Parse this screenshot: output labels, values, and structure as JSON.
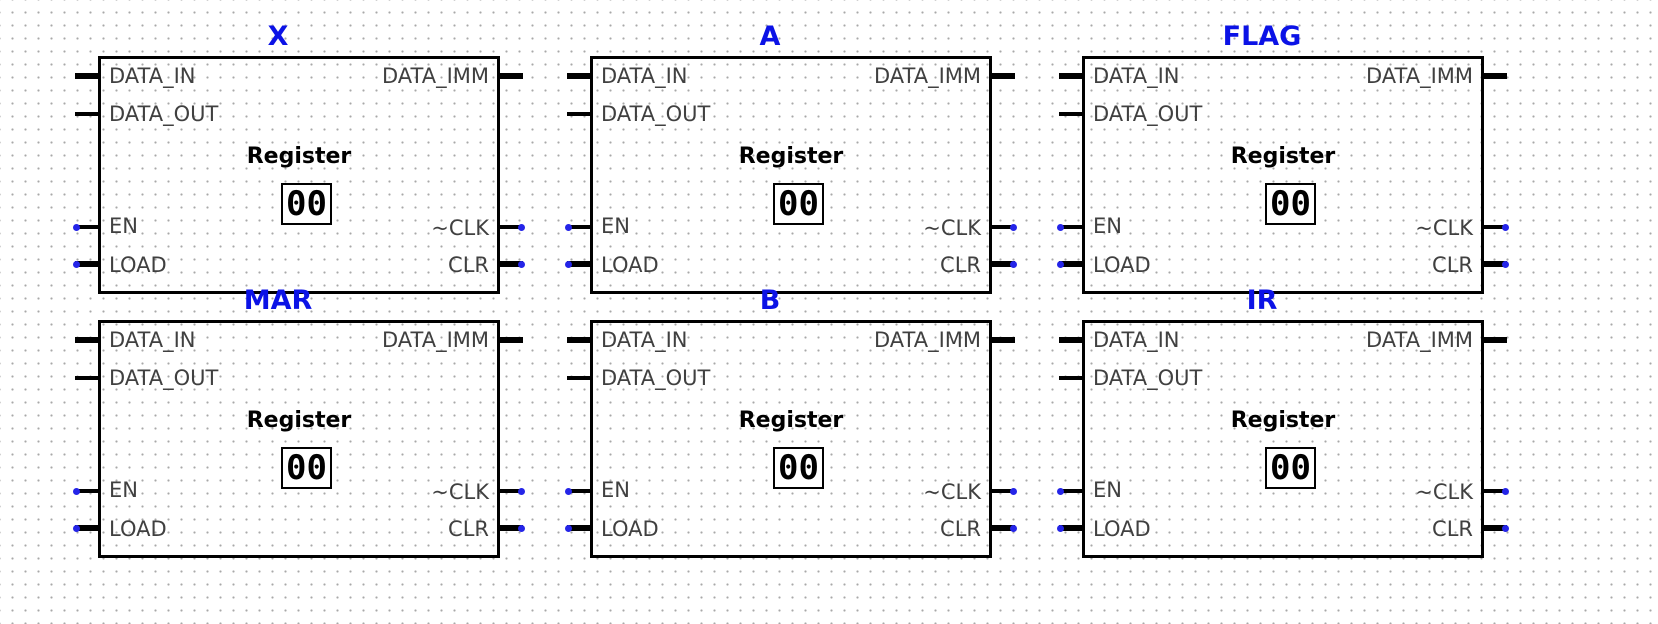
{
  "registers": [
    {
      "name": "X",
      "type": "Register",
      "value": "00"
    },
    {
      "name": "A",
      "type": "Register",
      "value": "00"
    },
    {
      "name": "FLAG",
      "type": "Register",
      "value": "00"
    },
    {
      "name": "MAR",
      "type": "Register",
      "value": "00"
    },
    {
      "name": "B",
      "type": "Register",
      "value": "00"
    },
    {
      "name": "IR",
      "type": "Register",
      "value": "00"
    }
  ],
  "ports": {
    "data_in": "DATA_IN",
    "data_out": "DATA_OUT",
    "data_imm": "DATA_IMM",
    "en": "EN",
    "load": "LOAD",
    "clk": "~CLK",
    "clr": "CLR"
  },
  "colors": {
    "name": "#0b12e6",
    "pin_dot": "#2424e8",
    "outline": "#000000",
    "label": "#404040"
  }
}
